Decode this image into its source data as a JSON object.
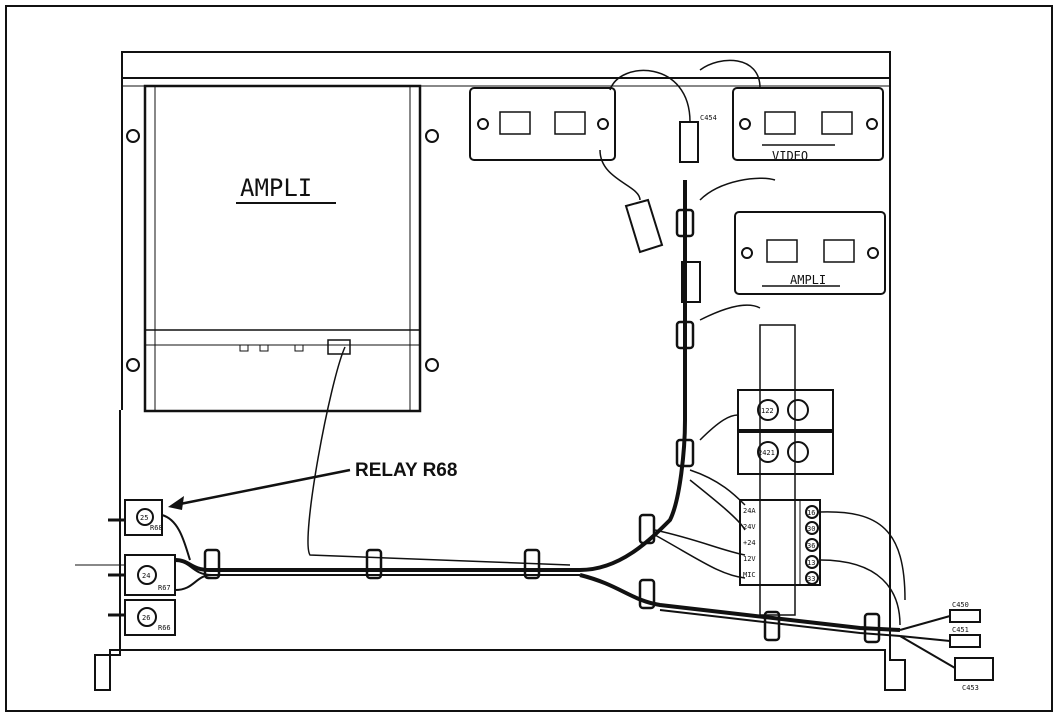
{
  "diagram": {
    "main_unit_label": "AMPLI",
    "module_video_label": "VIDEO",
    "module_ampli_label": "AMPLI",
    "callout_label": "RELAY R68",
    "connectors": [
      "C454",
      "C450",
      "C451",
      "C453"
    ],
    "relays": [
      {
        "num": "25",
        "ref": "R68"
      },
      {
        "num": "24",
        "ref": "R67"
      },
      {
        "num": "26",
        "ref": "R66"
      }
    ],
    "junction_labels": [
      "122",
      "2421"
    ],
    "terminal_labels": [
      "16",
      "30",
      "36",
      "13",
      "33"
    ],
    "block_labels": [
      "24A",
      "24V",
      "+24",
      "12V",
      "MIC"
    ],
    "colors": {
      "line": "#111111",
      "background": "#ffffff"
    }
  }
}
